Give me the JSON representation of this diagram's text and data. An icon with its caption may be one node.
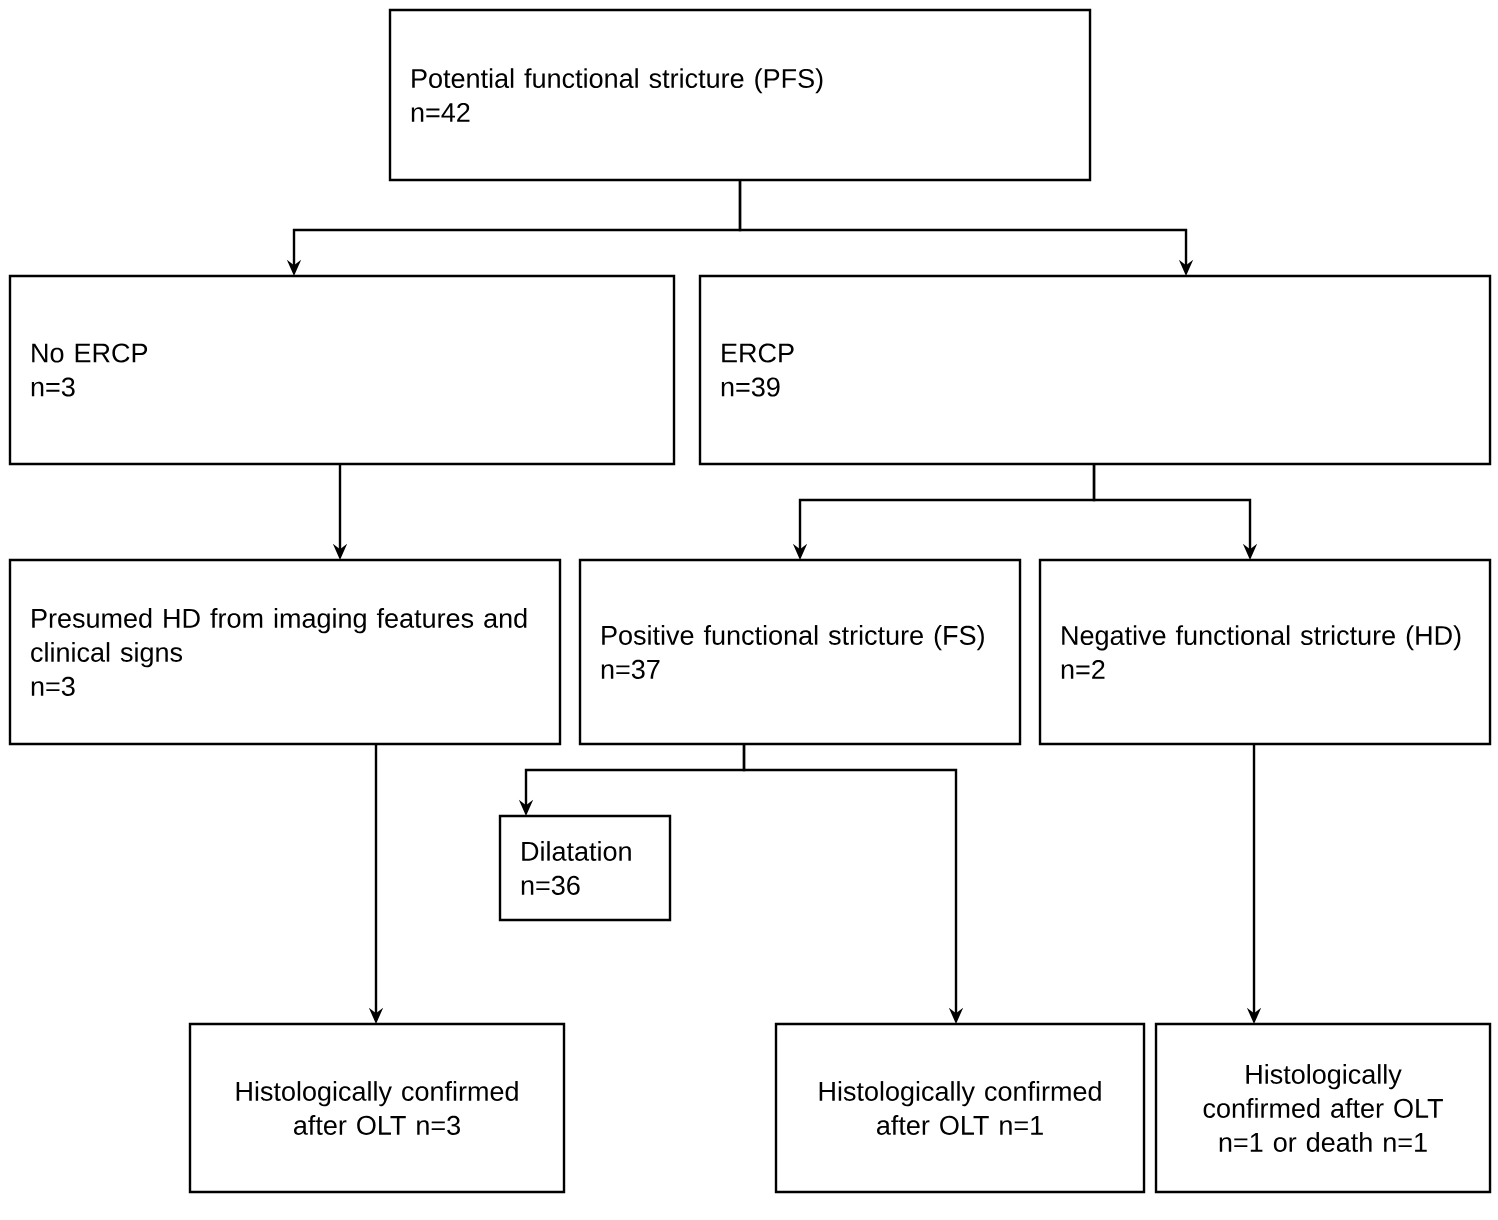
{
  "diagram": {
    "nodes": [
      {
        "text": [
          "Potential functional stricture (PFS)",
          "n=42"
        ]
      },
      {
        "text": [
          "No ERCP",
          "n=3"
        ]
      },
      {
        "text": [
          "ERCP",
          "n=39"
        ]
      },
      {
        "text": [
          "Presumed HD from imaging features and clinical signs",
          "n=3"
        ]
      },
      {
        "text": [
          "Positive functional stricture (FS)",
          "n=37"
        ]
      },
      {
        "text": [
          "Negative functional stricture (HD)",
          "n=2"
        ]
      },
      {
        "text": [
          "Dilatation",
          "n=36"
        ]
      },
      {
        "text": [
          "Histologically confirmed after OLT n=3"
        ]
      },
      {
        "text": [
          "Histologically confirmed after OLT n=1"
        ]
      },
      {
        "text": [
          "Histologically confirmed after OLT n=1 or death n=1"
        ]
      }
    ],
    "edges": [
      {
        "from": 0,
        "to": 1,
        "arrow": "to"
      },
      {
        "from": 0,
        "to": 2,
        "arrow": "to"
      },
      {
        "from": 1,
        "to": 3,
        "arrow": "to"
      },
      {
        "from": 2,
        "to": 4,
        "arrow": "to"
      },
      {
        "from": 2,
        "to": 5,
        "arrow": "to"
      },
      {
        "from": 4,
        "to": 6,
        "arrow": "to"
      },
      {
        "from": 4,
        "to": 8,
        "arrow": "to"
      },
      {
        "from": 3,
        "to": 7,
        "arrow": "to"
      },
      {
        "from": 5,
        "to": 9,
        "arrow": "to"
      }
    ]
  }
}
